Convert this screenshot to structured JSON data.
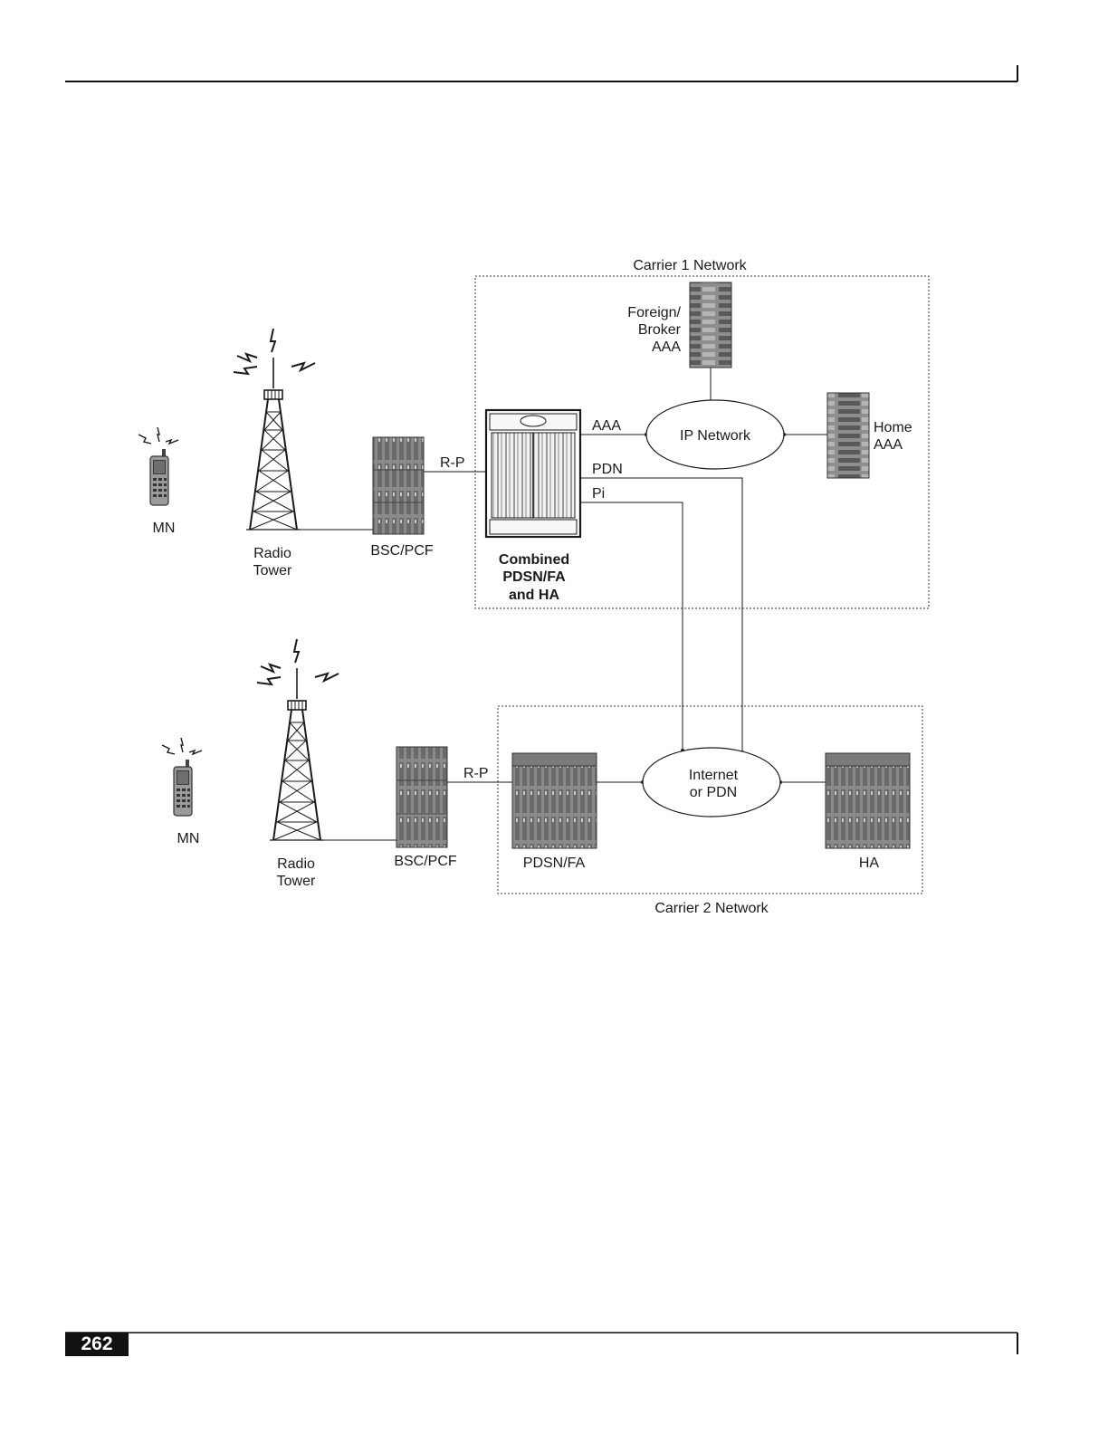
{
  "page": {
    "number": "262"
  },
  "carrier1": {
    "title": "Carrier 1 Network",
    "foreign_aaa": [
      "Foreign/",
      "Broker",
      "AAA"
    ],
    "home_aaa": [
      "Home",
      "AAA"
    ],
    "ip_network": "IP Network",
    "combined": [
      "Combined",
      "PDSN/FA",
      "and HA"
    ],
    "iface_aaa": "AAA",
    "iface_pdn": "PDN",
    "iface_pi": "Pi",
    "rp": "R-P",
    "bsc": "BSC/PCF",
    "tower": [
      "Radio",
      "Tower"
    ],
    "mn": "MN"
  },
  "carrier2": {
    "title": "Carrier 2 Network",
    "internet": [
      "Internet",
      "or PDN"
    ],
    "pdsn": "PDSN/FA",
    "ha": "HA",
    "rp": "R-P",
    "bsc": "BSC/PCF",
    "tower": [
      "Radio",
      "Tower"
    ],
    "mn": "MN"
  },
  "colors": {
    "line": "#1a1a1a",
    "equipment": "#8a8a8a",
    "page_tab": "#111111"
  }
}
